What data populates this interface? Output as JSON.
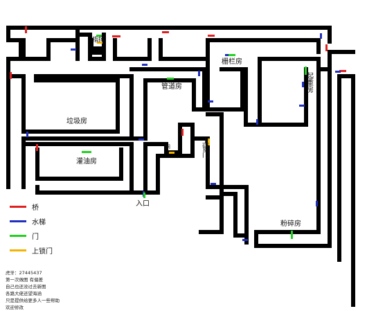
{
  "colors": {
    "bridge": "#e02020",
    "ladder": "#1f2fbf",
    "door": "#22d022",
    "locked_door": "#f2b400"
  },
  "rooms": {
    "room_1": "指挥",
    "room_2": "栅栏房",
    "room_3": "起重房",
    "room_4": "管道房",
    "room_5": "垃圾房",
    "room_6": "灌油房",
    "room_7": "上锁门",
    "room_8": "入口",
    "room_9": "粉碎房",
    "room_10": "闸"
  },
  "legend": [
    {
      "label": "桥",
      "color": "#e02020"
    },
    {
      "label": "水梯",
      "color": "#1f2fbf"
    },
    {
      "label": "门",
      "color": "#22d022"
    },
    {
      "label": "上锁门",
      "color": "#f2b400"
    }
  ],
  "credits": [
    "虎牙：27445437",
    "第一次做图 有偏差",
    "自己也还没过去新图",
    "各路大佬还望海涵",
    "只是提供给更多人一些帮助",
    "欢迎修改"
  ]
}
